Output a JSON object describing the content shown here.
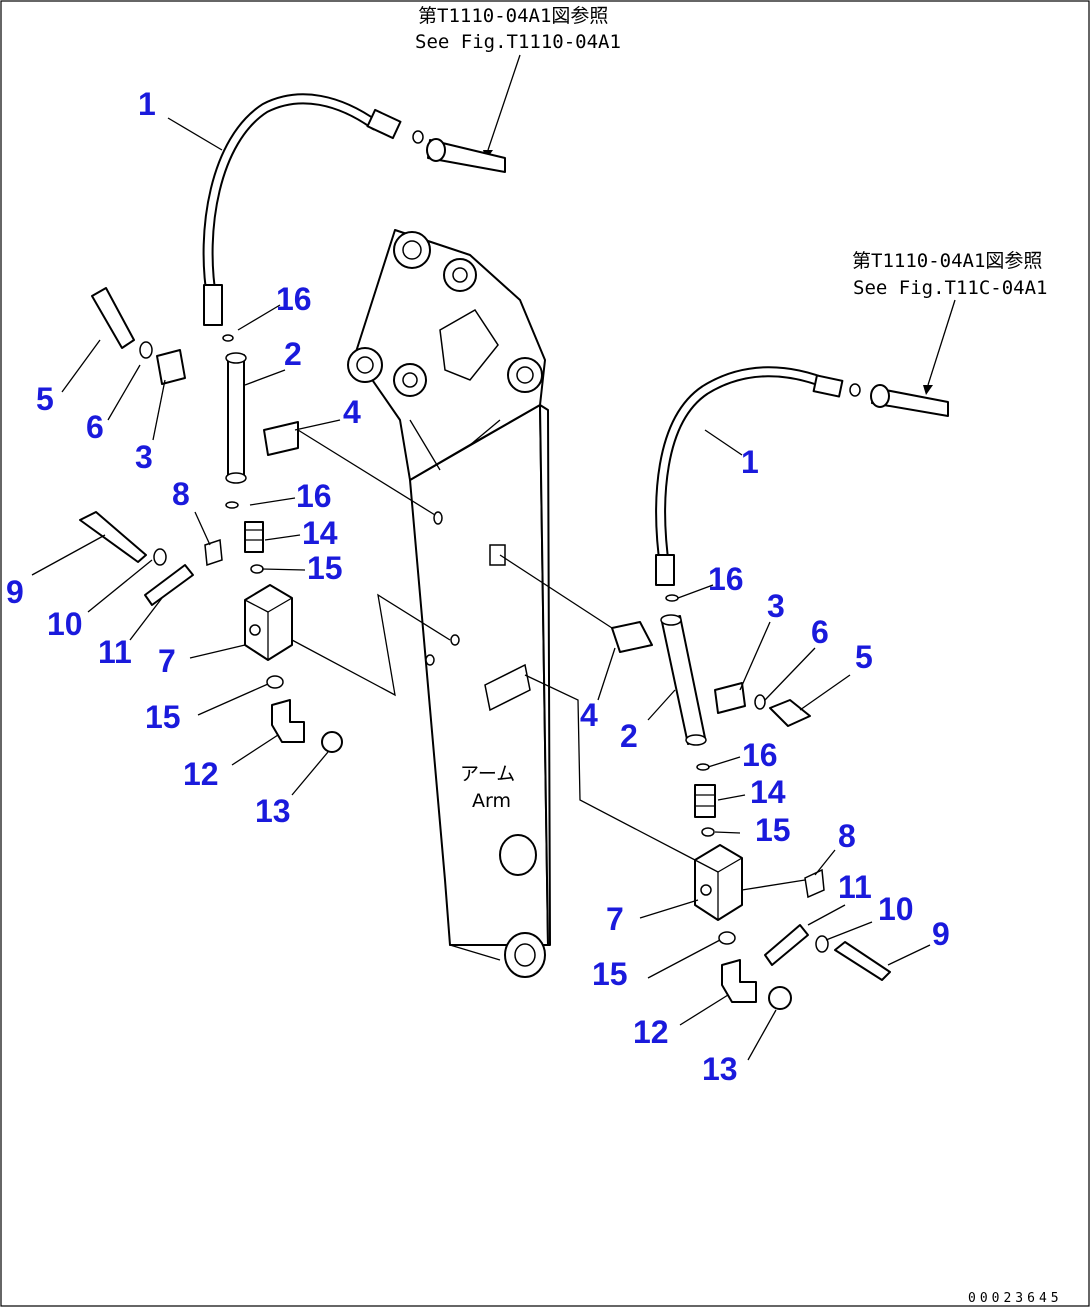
{
  "references": {
    "top": {
      "line1": "第T1110-04A1図参照",
      "line2": "See Fig.T1110-04A1"
    },
    "right": {
      "line1": "第T1110-04A1図参照",
      "line2": "See Fig.T11C-04A1"
    }
  },
  "arm_label": {
    "jp": "アーム",
    "en": "Arm"
  },
  "document_number": "00023645",
  "callouts": {
    "left": {
      "hose": "1",
      "tube": "2",
      "clamp_a": "3",
      "clamp_b": "4",
      "bolt": "5",
      "washer": "6",
      "block": "7",
      "plate": "8",
      "long_bolt": "9",
      "washer_b": "10",
      "clamp_c": "11",
      "elbow": "12",
      "plug": "13",
      "connector": "14",
      "oring_a": "15",
      "oring_b": "15",
      "oring_c": "16",
      "oring_d": "16"
    },
    "right": {
      "hose": "1",
      "tube": "2",
      "clamp_a": "3",
      "clamp_b": "4",
      "bolt": "5",
      "washer": "6",
      "block": "7",
      "plate": "8",
      "long_bolt": "9",
      "washer_b": "10",
      "clamp_c": "11",
      "elbow": "12",
      "plug": "13",
      "connector": "14",
      "oring_a": "15",
      "oring_b": "15",
      "oring_c": "16"
    }
  },
  "colors": {
    "callout": "#1a1adc",
    "line": "#000000",
    "background": "#ffffff"
  }
}
